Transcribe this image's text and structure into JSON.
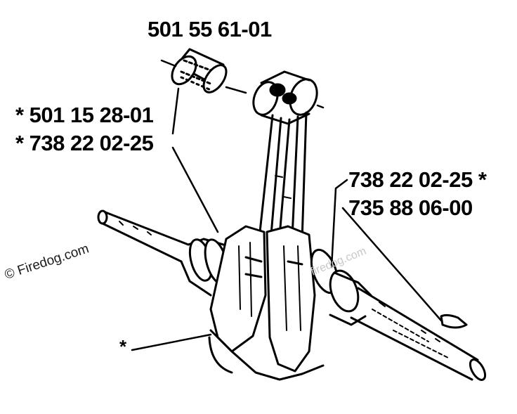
{
  "labels": {
    "top_part": "501 55 61-01",
    "left_part_1": "*  501 15 28-01",
    "left_part_2": "*  738 22 02-25",
    "right_part_1": "738 22 02-25  *",
    "right_part_2": "735 88 06-00",
    "asterisk_bottom": "*"
  },
  "watermark": {
    "text": "© Firedog.com",
    "faint_text": "firedog.com"
  },
  "colors": {
    "line": "#000000",
    "background": "#ffffff"
  }
}
